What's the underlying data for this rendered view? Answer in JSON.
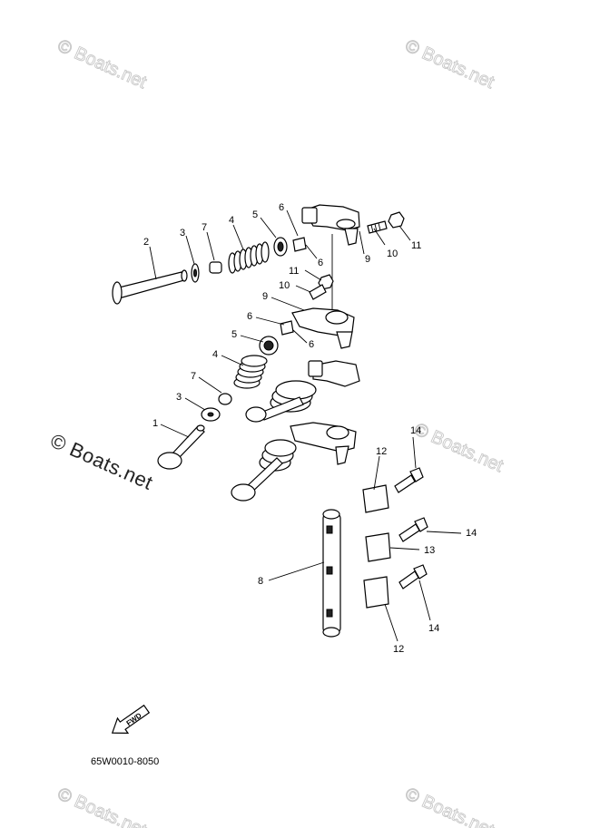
{
  "watermark": {
    "text": "© Boats.net"
  },
  "diagram_code": "65W0010-8050",
  "fwd_label": "FWD",
  "callouts": {
    "c1": "1",
    "c2": "2",
    "c3a": "3",
    "c3b": "3",
    "c4a": "4",
    "c4b": "4",
    "c5a": "5",
    "c5b": "5",
    "c6a": "6",
    "c6b": "6",
    "c6c": "6",
    "c6d": "6",
    "c7a": "7",
    "c7b": "7",
    "c8": "8",
    "c9a": "9",
    "c9b": "9",
    "c10a": "10",
    "c10b": "10",
    "c11a": "11",
    "c11b": "11",
    "c12a": "12",
    "c12b": "12",
    "c13": "13",
    "c14a": "14",
    "c14b": "14",
    "c14c": "14"
  }
}
